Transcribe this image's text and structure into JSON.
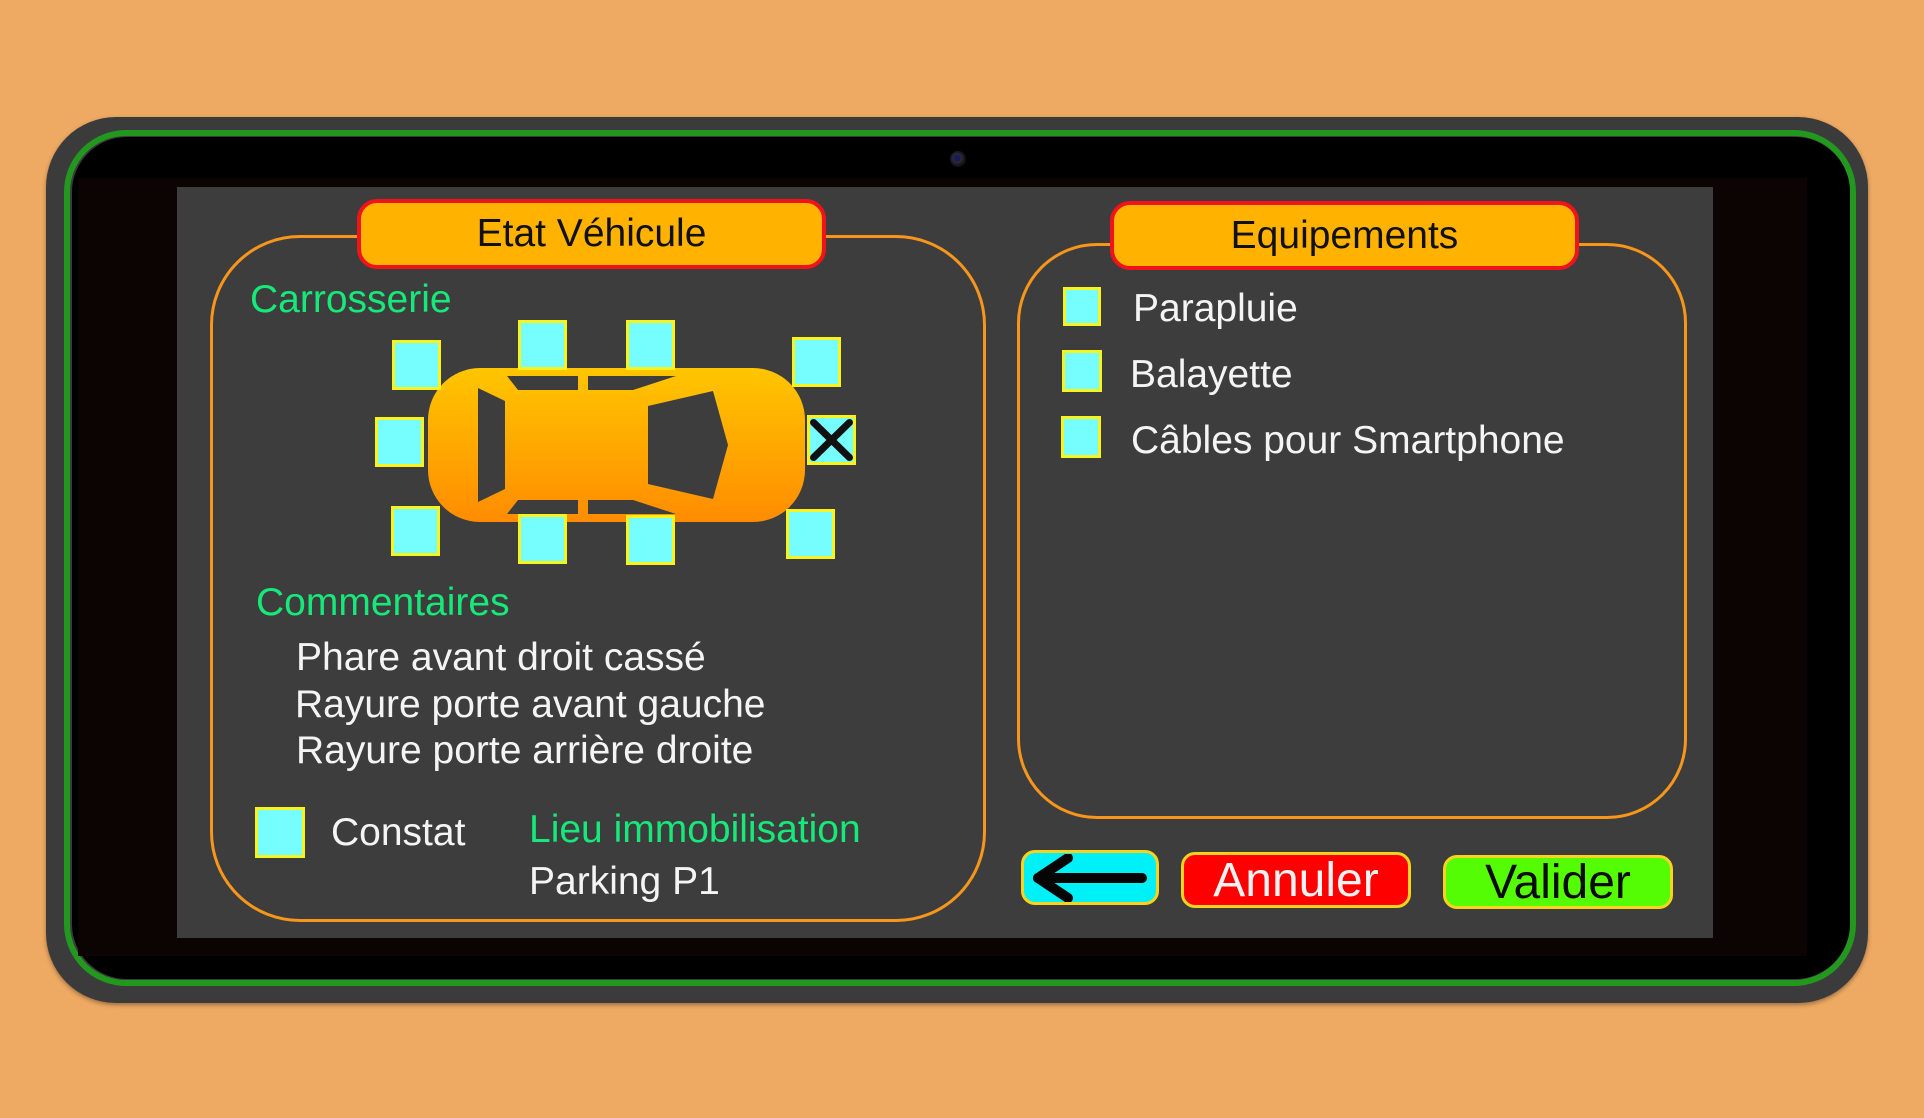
{
  "vehicle_panel": {
    "title": "Etat Véhicule",
    "bodywork_label": "Carrosserie",
    "bodywork_checkpoints": [
      {
        "id": "front-left-corner",
        "checked": false
      },
      {
        "id": "top-left-door",
        "checked": false
      },
      {
        "id": "top-right-door",
        "checked": false
      },
      {
        "id": "rear-top-corner",
        "checked": false
      },
      {
        "id": "front",
        "checked": false
      },
      {
        "id": "rear",
        "checked": true,
        "mark": "X"
      },
      {
        "id": "bottom-left-corner",
        "checked": false
      },
      {
        "id": "bottom-left-door",
        "checked": false
      },
      {
        "id": "bottom-right-door",
        "checked": false
      },
      {
        "id": "rear-bottom-corner",
        "checked": false
      }
    ],
    "comments_label": "Commentaires",
    "comments": [
      "Phare avant droit cassé",
      "Rayure porte avant gauche",
      "Rayure porte arrière droite"
    ],
    "constat": {
      "label": "Constat",
      "checked": false
    },
    "immobilization": {
      "label": "Lieu immobilisation",
      "value": "Parking P1"
    }
  },
  "equipment_panel": {
    "title": "Equipements",
    "items": [
      {
        "label": "Parapluie",
        "checked": false
      },
      {
        "label": "Balayette",
        "checked": false
      },
      {
        "label": "Câbles pour Smartphone",
        "checked": false
      }
    ]
  },
  "actions": {
    "back_icon": "arrow-left-icon",
    "cancel_label": "Annuler",
    "validate_label": "Valider"
  },
  "colors": {
    "background": "#eea963",
    "screen": "#3d3d3d",
    "panel_border": "#f7961a",
    "header_fill": "#ffb200",
    "header_border": "#f0141a",
    "section_label": "#16e97a",
    "checkbox_fill": "#76fdfe",
    "checkbox_border": "#f7f41d",
    "back_button": "#00f0f7",
    "cancel_button": "#ff0000",
    "validate_button": "#55fd05",
    "frame_accent": "#22981f"
  }
}
